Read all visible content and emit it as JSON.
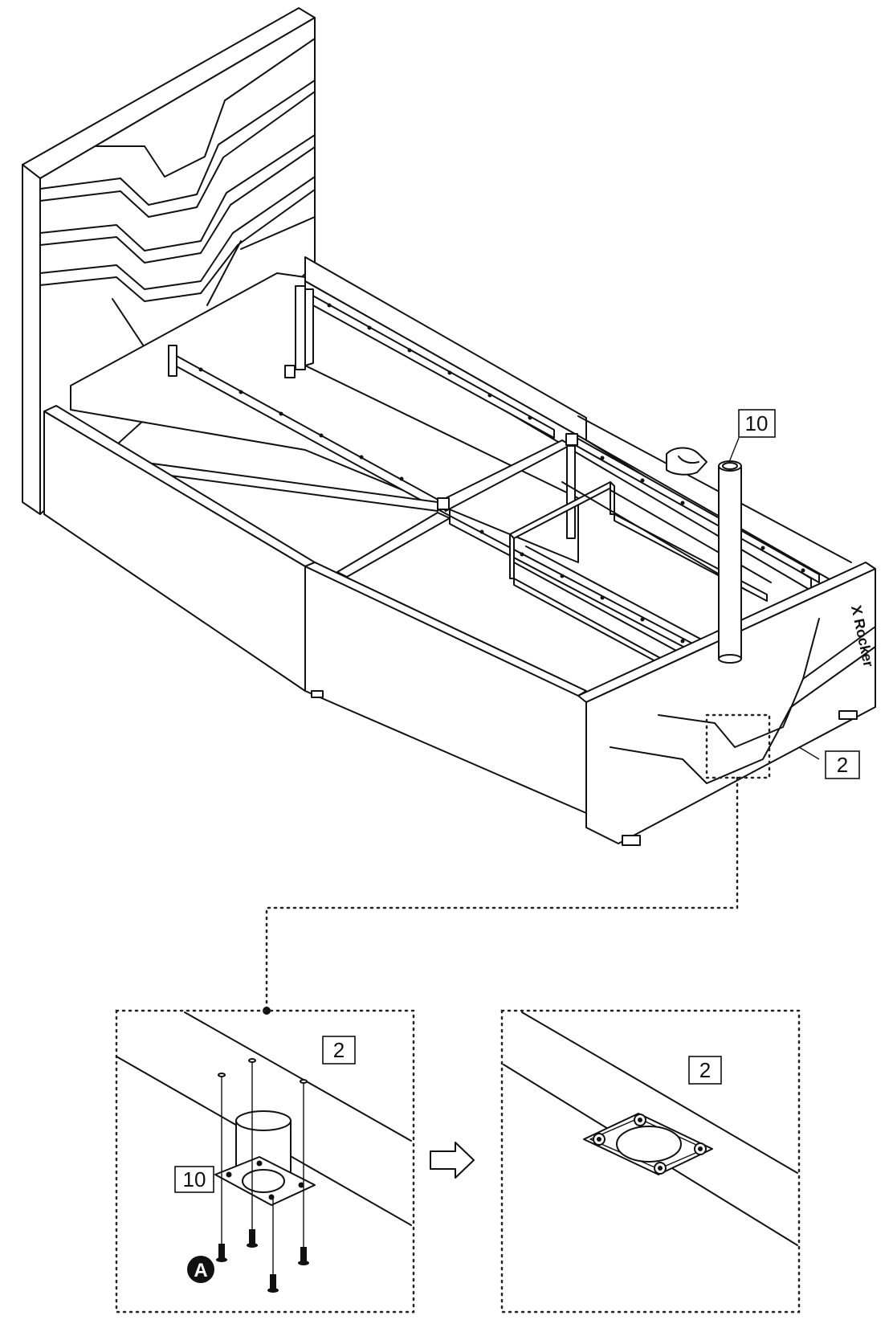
{
  "labels": {
    "main_leg": "10",
    "main_frame": "2",
    "detail1_frame": "2",
    "detail1_leg": "10",
    "detail2_frame": "2",
    "screw_marker": "A"
  },
  "brand": {
    "wordmark": "X Rocker"
  },
  "colors": {
    "line": "#111111",
    "background": "#ffffff"
  }
}
